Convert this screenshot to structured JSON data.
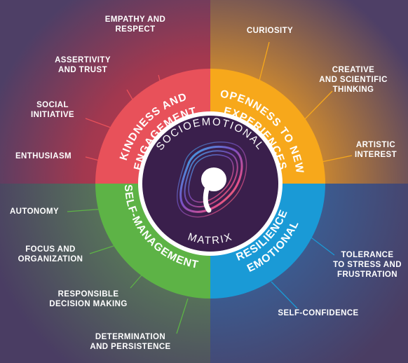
{
  "center": {
    "top_word": "SOCIOEMOTIONAL",
    "bottom_word": "MATRIX"
  },
  "domains": {
    "kindness": "KINDNESS AND",
    "kindness_2": "ENGAGEMENT",
    "openness": "OPENNESS TO NEW",
    "openness_2": "EXPERIENCES",
    "self_management": "SELF-MANAGEMENT",
    "emotional": "EMOTIONAL",
    "emotional_2": "RESILIENCE"
  },
  "skills": {
    "empathy": "EMPATHY AND\nRESPECT",
    "assertivity": "ASSERTIVITY\nAND TRUST",
    "social_initiative": "SOCIAL\nINITIATIVE",
    "enthusiasm": "ENTHUSIASM",
    "curiosity": "CURIOSITY",
    "creative": "CREATIVE\nAND SCIENTIFIC\nTHINKING",
    "artistic": "ARTISTIC\nINTEREST",
    "autonomy": "AUTONOMY",
    "focus": "FOCUS AND\nORGANIZATION",
    "responsible": "RESPONSIBLE\nDECISION MAKING",
    "determination": "DETERMINATION\nAND PERSISTENCE",
    "tolerance": "TOLERANCE\nTO STRESS AND\nFRUSTRATION",
    "self_confidence": "SELF-CONFIDENCE"
  },
  "colors": {
    "kindness": "#e8515a",
    "openness": "#f7a81b",
    "self_management": "#5db346",
    "emotional": "#1a9ad6",
    "core": "#3a1f4c",
    "background": "#4a3d63"
  }
}
